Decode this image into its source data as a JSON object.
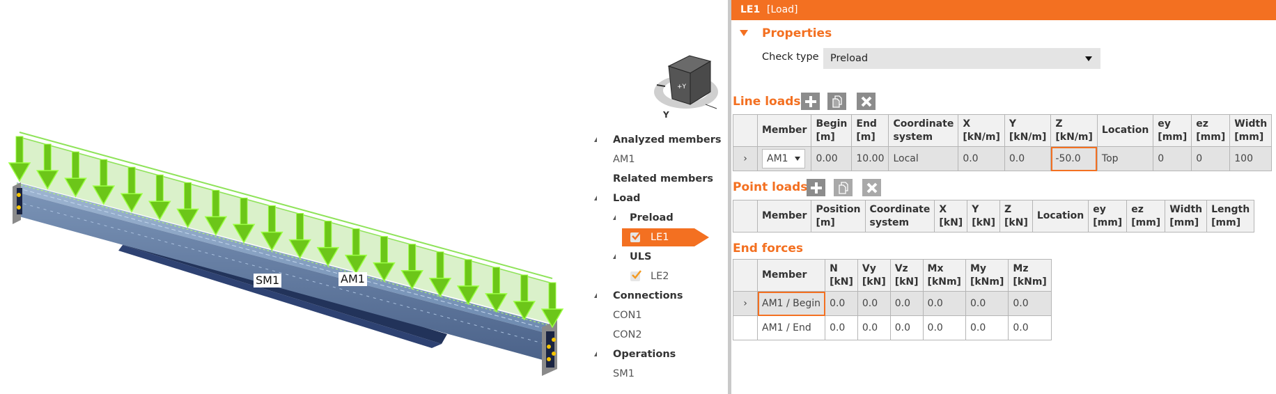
{
  "header": {
    "name": "LE1",
    "kind": "[Load]"
  },
  "properties": {
    "title": "Properties",
    "check_type_label": "Check type",
    "check_type_value": "Preload"
  },
  "line_loads": {
    "title": "Line loads",
    "buttons": [
      {
        "icon": "plus-icon",
        "label": "Add"
      },
      {
        "icon": "copy-icon",
        "label": "Copy"
      },
      {
        "icon": "delete-icon",
        "label": "Delete"
      }
    ],
    "columns": [
      {
        "name": "Member",
        "unit": ""
      },
      {
        "name": "Begin",
        "unit": "[m]"
      },
      {
        "name": "End",
        "unit": "[m]"
      },
      {
        "name": "Coordinate",
        "unit": "system"
      },
      {
        "name": "X",
        "unit": "[kN/m]"
      },
      {
        "name": "Y",
        "unit": "[kN/m]"
      },
      {
        "name": "Z",
        "unit": "[kN/m]"
      },
      {
        "name": "Location",
        "unit": ""
      },
      {
        "name": "ey",
        "unit": "[mm]"
      },
      {
        "name": "ez",
        "unit": "[mm]"
      },
      {
        "name": "Width",
        "unit": "[mm]"
      }
    ],
    "rows": [
      {
        "member": "AM1",
        "begin": "0.00",
        "end": "10.00",
        "coord": "Local",
        "x": "0.0",
        "y": "0.0",
        "z": "-50.0",
        "location": "Top",
        "ey": "0",
        "ez": "0",
        "width": "100"
      }
    ]
  },
  "point_loads": {
    "title": "Point loads",
    "columns": [
      {
        "name": "Member",
        "unit": ""
      },
      {
        "name": "Position",
        "unit": "[m]"
      },
      {
        "name": "Coordinate",
        "unit": "system"
      },
      {
        "name": "X",
        "unit": "[kN]"
      },
      {
        "name": "Y",
        "unit": "[kN]"
      },
      {
        "name": "Z",
        "unit": "[kN]"
      },
      {
        "name": "Location",
        "unit": ""
      },
      {
        "name": "ey",
        "unit": "[mm]"
      },
      {
        "name": "ez",
        "unit": "[mm]"
      },
      {
        "name": "Width",
        "unit": "[mm]"
      },
      {
        "name": "Length",
        "unit": "[mm]"
      }
    ]
  },
  "end_forces": {
    "title": "End forces",
    "columns": [
      {
        "name": "Member",
        "unit": ""
      },
      {
        "name": "N",
        "unit": "[kN]"
      },
      {
        "name": "Vy",
        "unit": "[kN]"
      },
      {
        "name": "Vz",
        "unit": "[kN]"
      },
      {
        "name": "Mx",
        "unit": "[kNm]"
      },
      {
        "name": "My",
        "unit": "[kNm]"
      },
      {
        "name": "Mz",
        "unit": "[kNm]"
      }
    ],
    "rows": [
      {
        "member": "AM1 / Begin",
        "n": "0.0",
        "vy": "0.0",
        "vz": "0.0",
        "mx": "0.0",
        "my": "0.0",
        "mz": "0.0"
      },
      {
        "member": "AM1 / End",
        "n": "0.0",
        "vy": "0.0",
        "vz": "0.0",
        "mx": "0.0",
        "my": "0.0",
        "mz": "0.0"
      }
    ]
  },
  "tree": {
    "analyzed_members": "Analyzed members",
    "am1": "AM1",
    "related_members": "Related members",
    "load": "Load",
    "preload": "Preload",
    "le1": "LE1",
    "uls": "ULS",
    "le2": "LE2",
    "connections": "Connections",
    "con1": "CON1",
    "con2": "CON2",
    "operations": "Operations",
    "sm1": "SM1"
  },
  "viewport": {
    "labels": {
      "sm1": "SM1",
      "am1": "AM1"
    },
    "nav_cube": {
      "face_front": "+Y",
      "axis_label": "Y"
    }
  },
  "colors": {
    "accent": "#f37021",
    "load": "#7ed321",
    "beam": "#6f8fb8"
  }
}
